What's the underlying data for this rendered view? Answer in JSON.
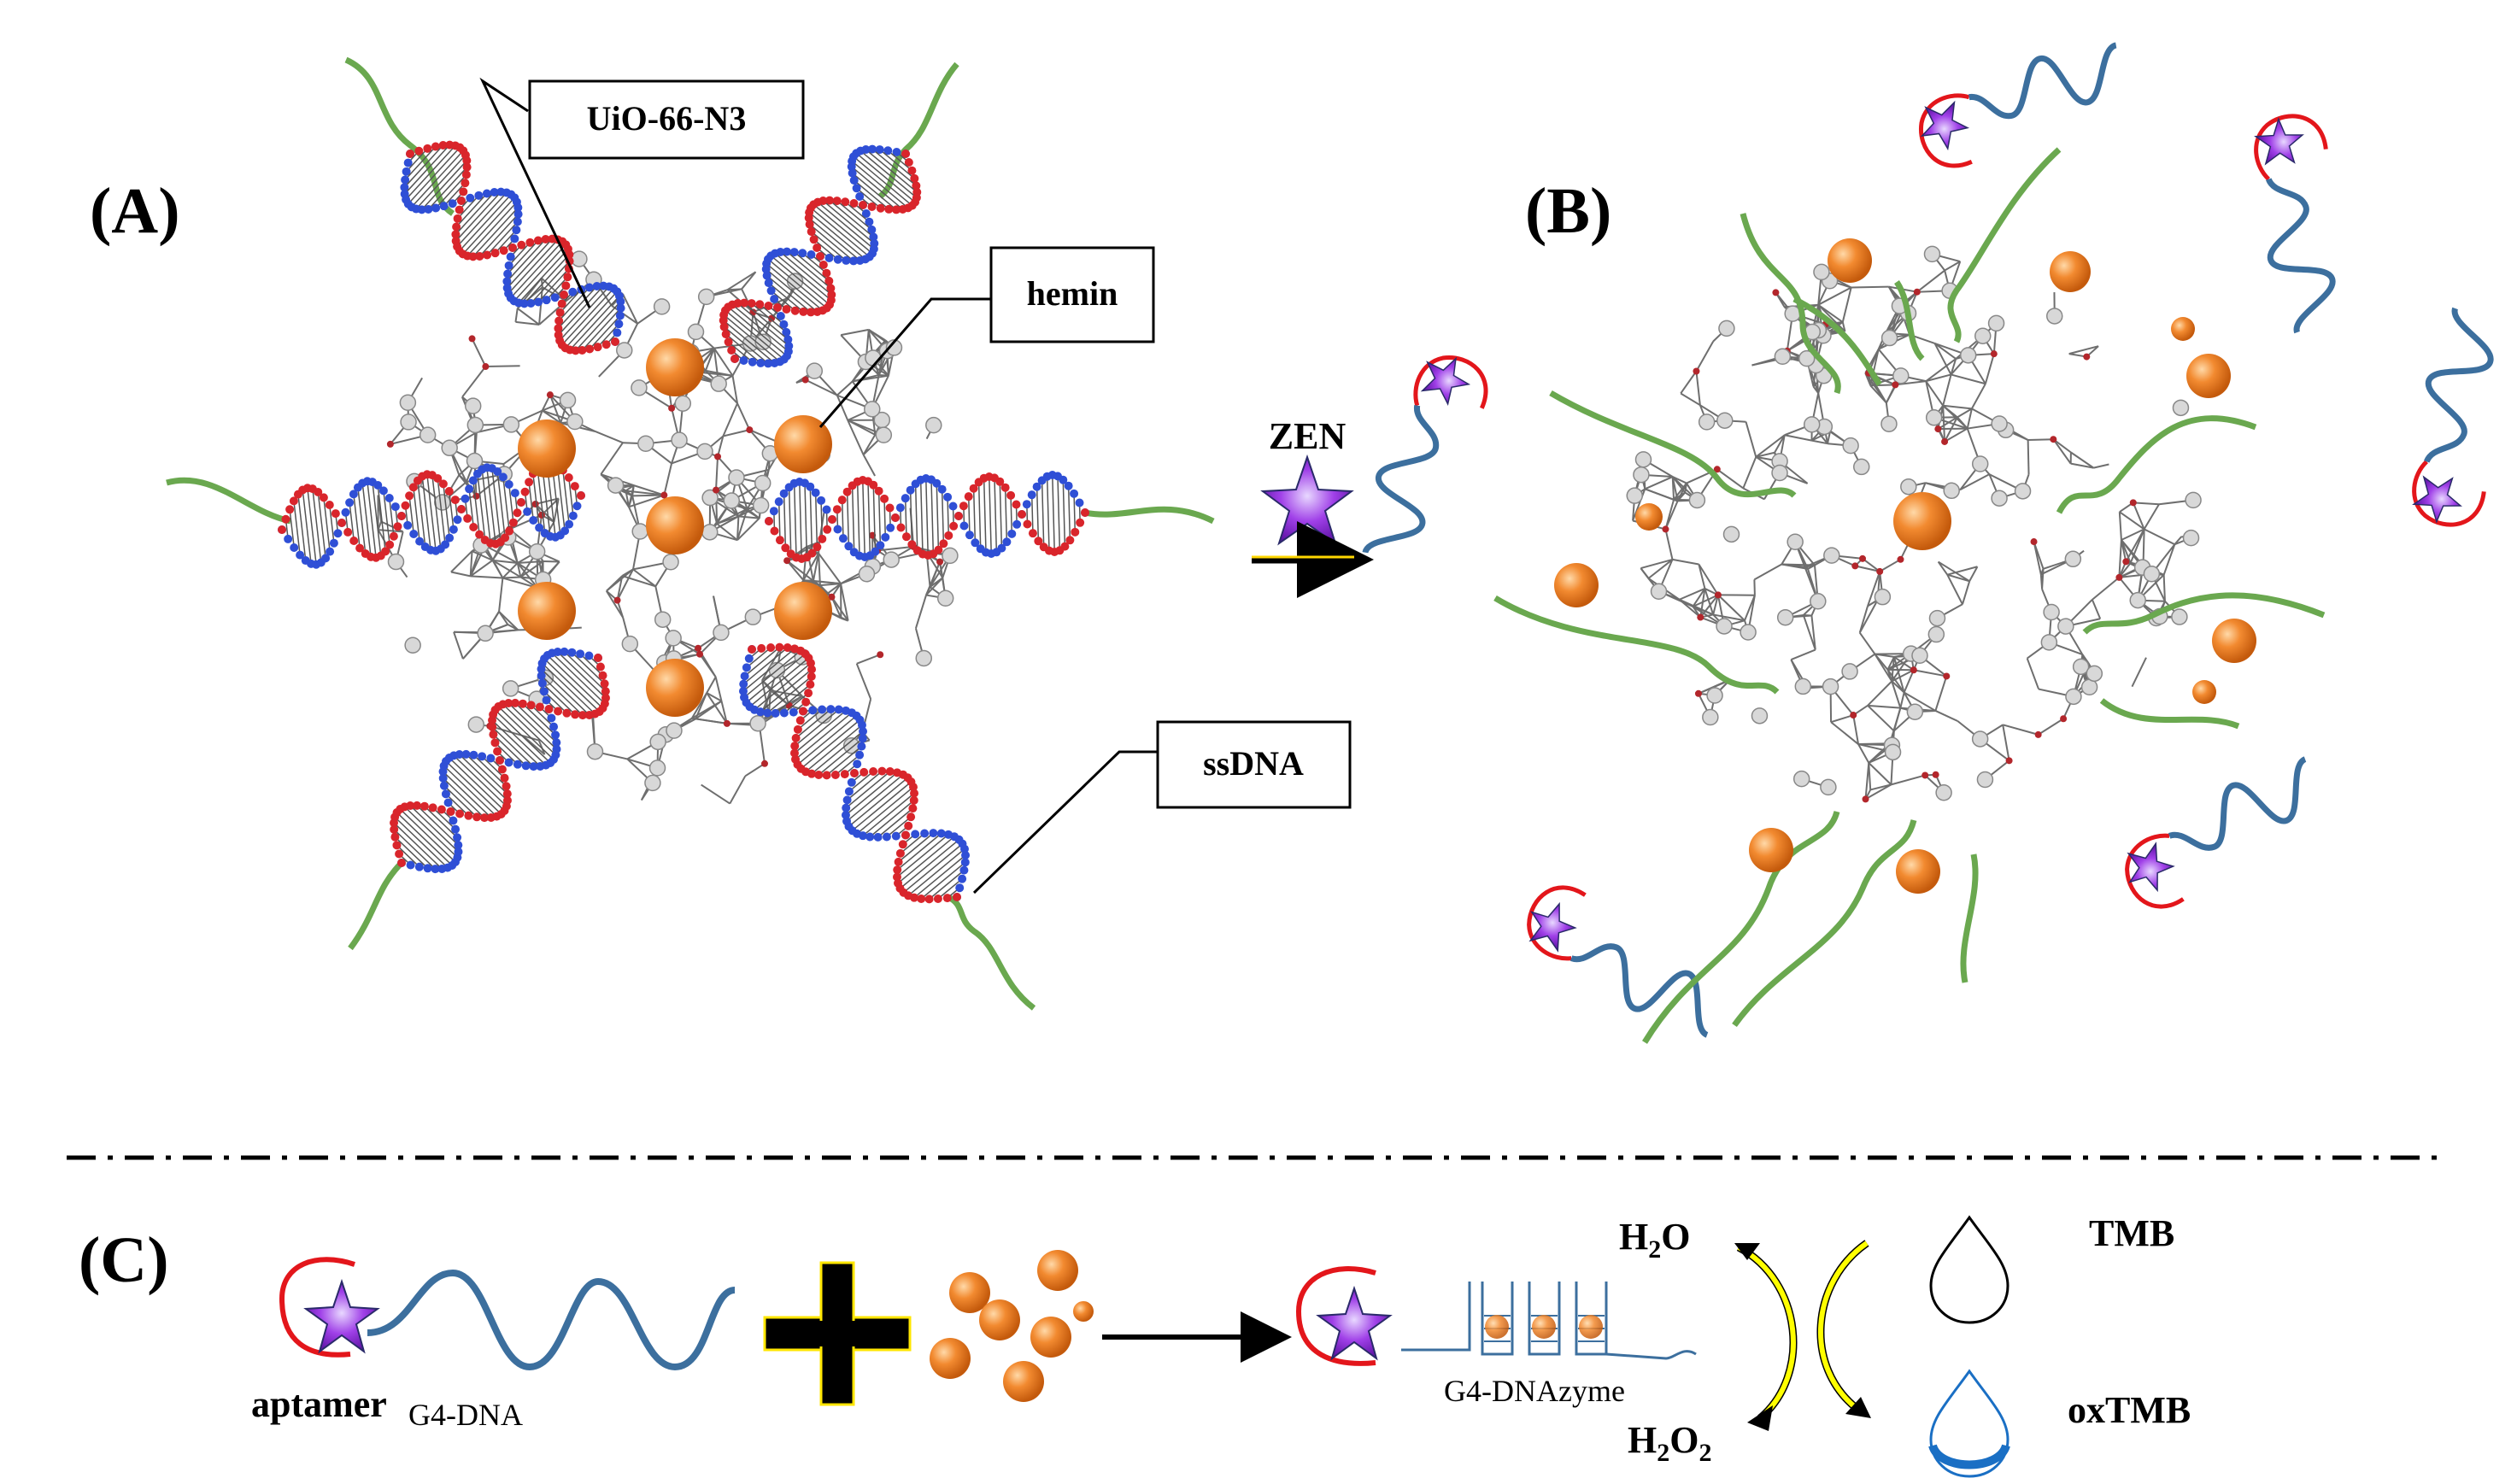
{
  "panels": {
    "a": "(A)",
    "b": "(B)",
    "c": "(C)"
  },
  "callouts": {
    "uio": "UiO-66-N3",
    "hemin": "hemin",
    "ssdna": "ssDNA"
  },
  "arrow_label": "ZEN",
  "bottom": {
    "aptamer": "aptamer",
    "g4dna": "G4-DNA",
    "g4dnazyme": "G4-DNAzyme",
    "h2o": "H2O",
    "h2o2": "H2O2",
    "tmb": "TMB",
    "oxtmb": "oxTMB"
  },
  "colors": {
    "green_strand": "#6aa84f",
    "blue_strand": "#2b5d8a",
    "blue_helix": "#2f4fd6",
    "red_helix": "#d9252b",
    "hemin": "#f28a30",
    "star": "#8a2be2",
    "framework": "#888888",
    "yellow": "#ffff00",
    "drop_blue": "#1a6fc4"
  }
}
